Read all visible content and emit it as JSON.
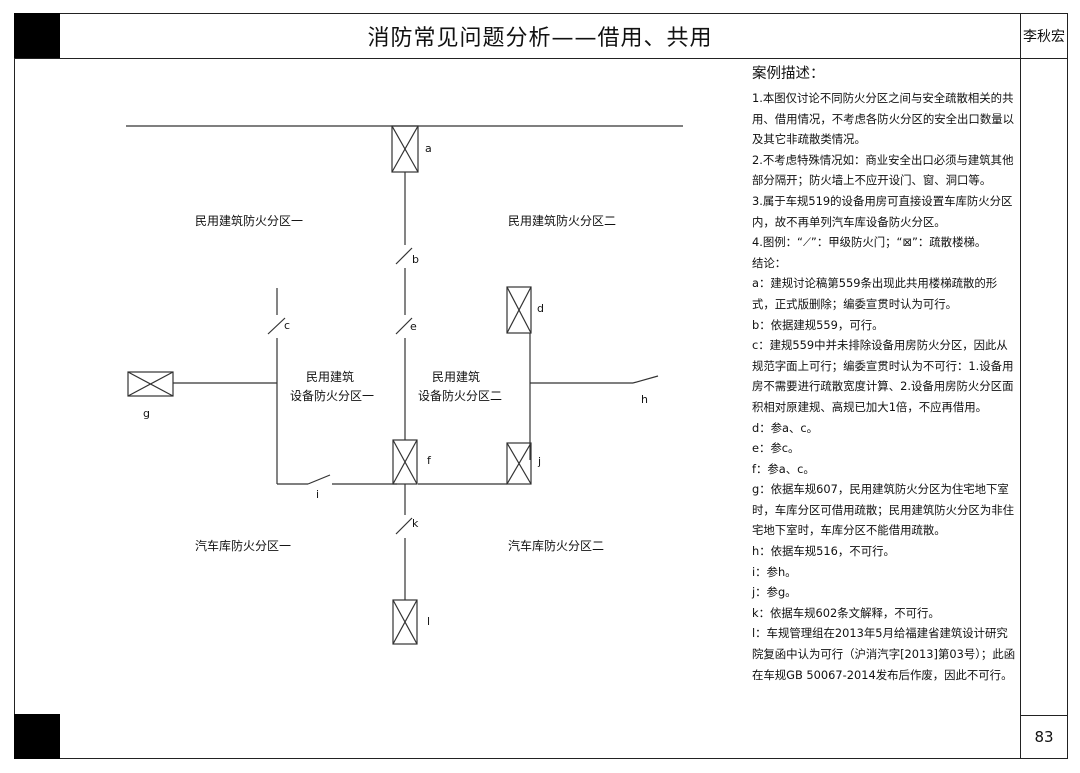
{
  "header": {
    "title": "消防常见问题分析——借用、共用",
    "author": "李秋宏"
  },
  "footer": {
    "page_number": "83"
  },
  "diagram": {
    "zones": {
      "civil_1": "民用建筑防火分区一",
      "civil_2": "民用建筑防火分区二",
      "equip_1_line1": "民用建筑",
      "equip_1_line2": "设备防火分区一",
      "equip_2_line1": "民用建筑",
      "equip_2_line2": "设备防火分区二",
      "garage_1": "汽车库防火分区一",
      "garage_2": "汽车库防火分区二"
    },
    "labels": {
      "a": "a",
      "b": "b",
      "c": "c",
      "d": "d",
      "e": "e",
      "f": "f",
      "g": "g",
      "h": "h",
      "i": "i",
      "j": "j",
      "k": "k",
      "l": "l"
    }
  },
  "notes": {
    "heading": "案例描述：",
    "items": [
      "1.本图仅讨论不同防火分区之间与安全疏散相关的共用、借用情况，不考虑各防火分区的安全出口数量以及其它非疏散类情况。",
      "2.不考虑特殊情况如：商业安全出口必须与建筑其他部分隔开；防火墙上不应开设门、窗、洞口等。",
      "3.属于车规519的设备用房可直接设置车库防火分区内，故不再单列汽车库设备防火分区。",
      "4.图例：“⟋”：甲级防火门；“⊠”：疏散楼梯。",
      "结论：",
      "a：建规讨论稿第559条出现此共用楼梯疏散的形式，正式版删除；编委宣贯时认为可行。",
      "b：依据建规559，可行。",
      "c：建规559中并未排除设备用房防火分区，因此从规范字面上可行；编委宣贯时认为不可行：1.设备用房不需要进行疏散宽度计算、2.设备用房防火分区面积相对原建规、高规已加大1倍，不应再借用。",
      "d：参a、c。",
      "e：参c。",
      "f：参a、c。",
      "g：依据车规607，民用建筑防火分区为住宅地下室时，车库分区可借用疏散；民用建筑防火分区为非住宅地下室时，车库分区不能借用疏散。",
      "h：依据车规516，不可行。",
      "i：参h。",
      "j：参g。",
      "k：依据车规602条文解释，不可行。",
      "l：车规管理组在2013年5月给福建省建筑设计研究院复函中认为可行（沪消汽字[2013]第03号）；此函在车规GB 50067-2014发布后作废，因此不可行。"
    ]
  }
}
